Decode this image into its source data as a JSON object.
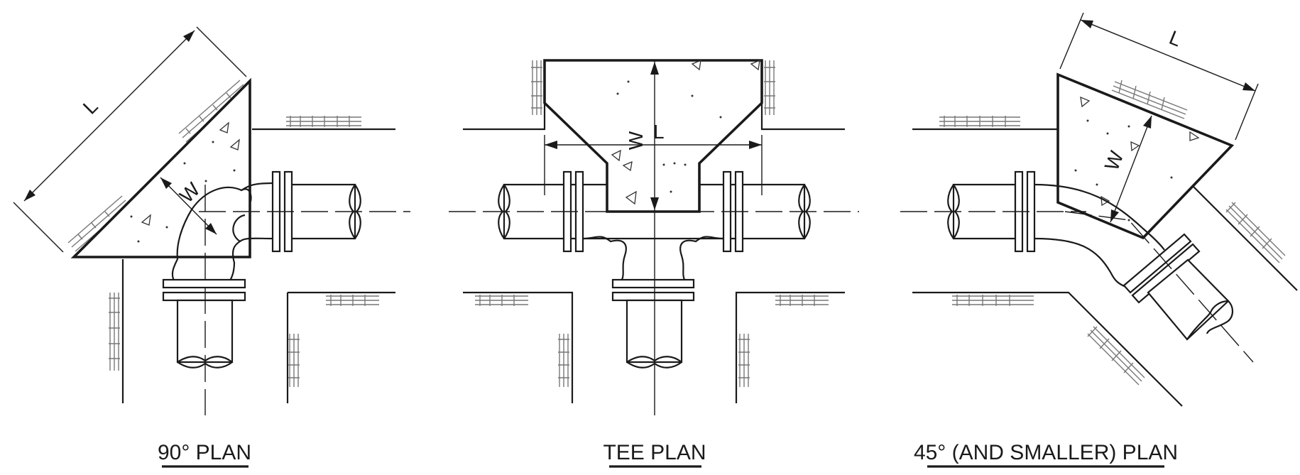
{
  "plans": [
    {
      "caption": "90° PLAN",
      "dims": {
        "length": "L",
        "width": "W"
      }
    },
    {
      "caption": "TEE PLAN",
      "dims": {
        "length": "L",
        "width": "W"
      }
    },
    {
      "caption": "45° (AND SMALLER) PLAN",
      "dims": {
        "length": "L",
        "width": "W"
      }
    }
  ]
}
